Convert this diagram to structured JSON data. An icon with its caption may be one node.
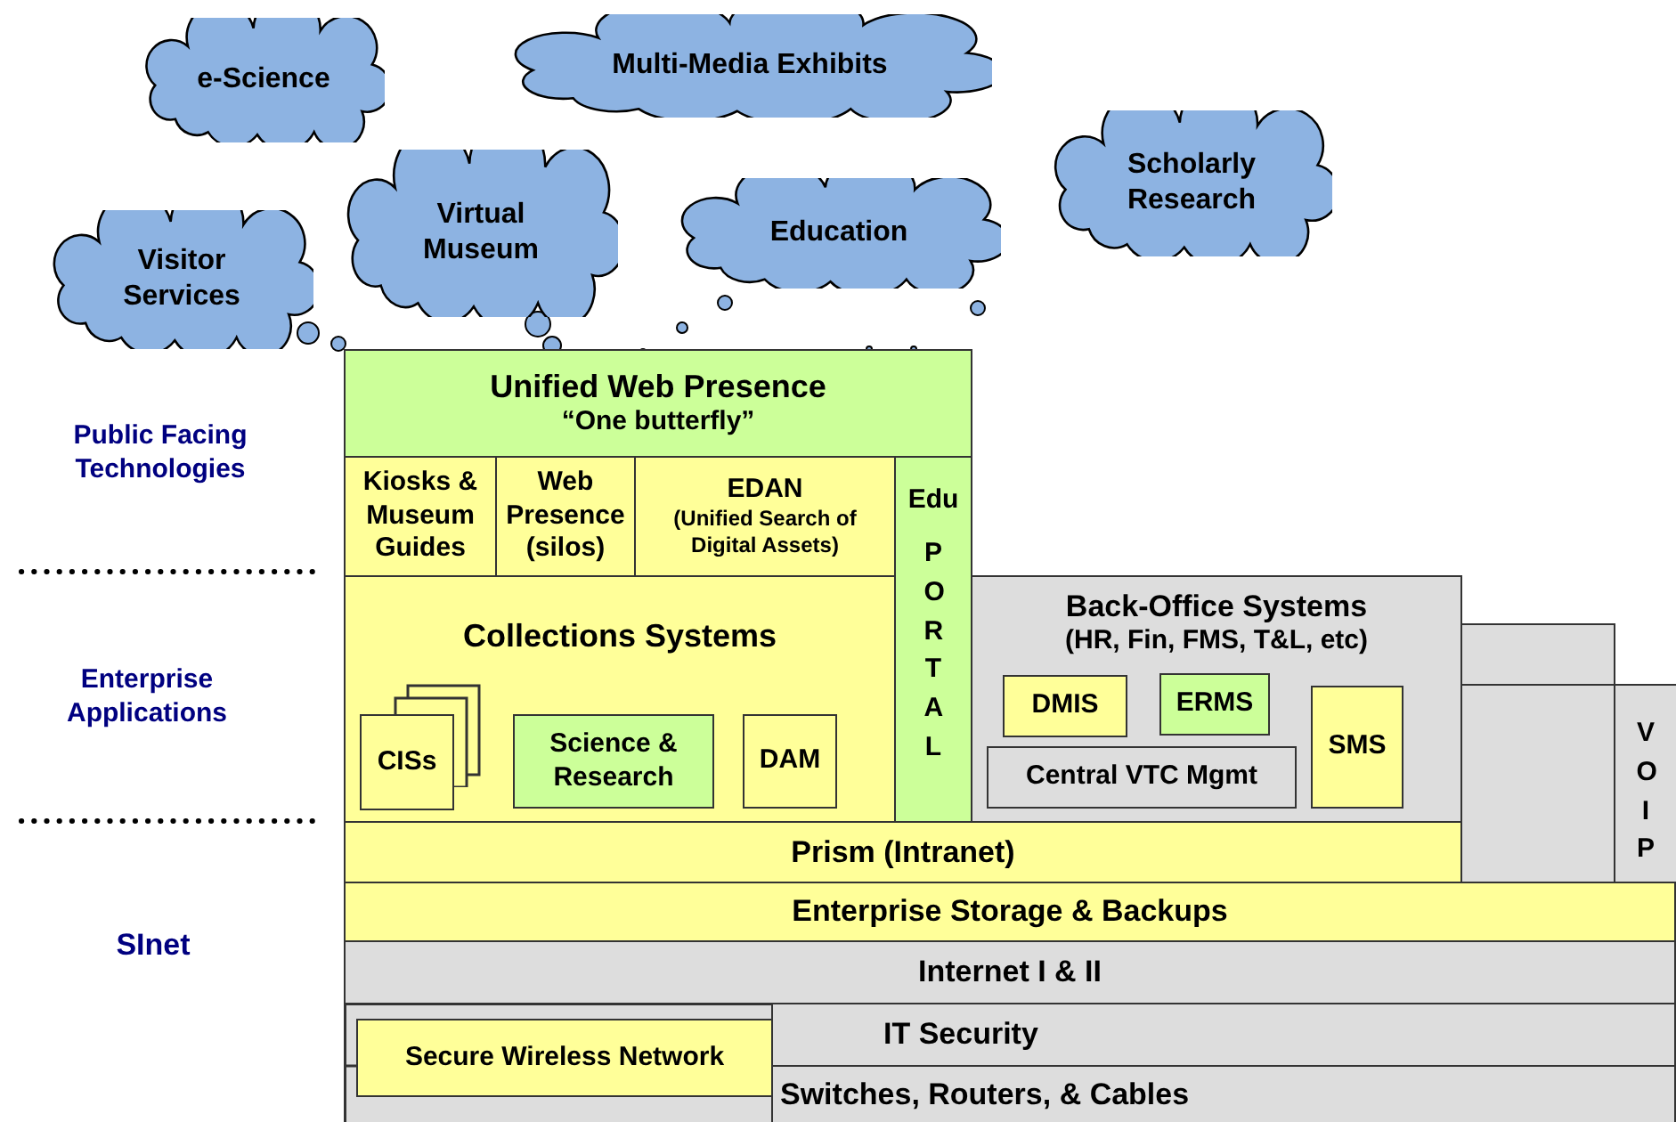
{
  "diagram": {
    "nodes": [
      {
        "text": [
          "e-Science"
        ]
      },
      {
        "text": [
          "Multi-Media Exhibits"
        ]
      },
      {
        "text": [
          "Virtual Museum"
        ]
      },
      {
        "text": [
          "Education"
        ]
      },
      {
        "text": [
          "Scholarly Research"
        ]
      },
      {
        "text": [
          "Visitor Services"
        ]
      },
      {
        "text": [
          "Unified Web Presence",
          "“One butterfly”"
        ]
      },
      {
        "text": [
          "Kiosks & Museum Guides"
        ]
      },
      {
        "text": [
          "Web Presence (silos)"
        ]
      },
      {
        "text": [
          "EDAN",
          "(Unified Search of Digital Assets)"
        ]
      },
      {
        "text": [
          "Edu",
          "PORTAL"
        ]
      },
      {
        "text": [
          "Collections Systems"
        ]
      },
      {
        "text": [
          "CISs"
        ],
        "in": 11
      },
      {
        "text": [
          "Science & Research"
        ],
        "in": 11
      },
      {
        "text": [
          "DAM"
        ],
        "in": 11
      },
      {
        "text": [
          "Back-Office Systems",
          "(HR, Fin, FMS, T&L, etc)"
        ]
      },
      {
        "text": [
          "DMIS"
        ],
        "in": 15
      },
      {
        "text": [
          "ERMS"
        ],
        "in": 15
      },
      {
        "text": [
          "Central  VTC  Mgmt"
        ],
        "in": 15
      },
      {
        "text": [
          "SMS"
        ],
        "in": 15
      },
      {
        "text": [],
        "shape": "box"
      },
      {
        "text": [],
        "shape": "box"
      },
      {
        "text": [
          "VOIP"
        ]
      },
      {
        "text": [
          "Prism (Intranet)"
        ]
      },
      {
        "text": [
          "Enterprise Storage & Backups"
        ]
      },
      {
        "text": [
          "Internet I & II"
        ]
      },
      {
        "text": [
          "IT Security"
        ]
      },
      {
        "text": [
          "Switches, Routers, & Cables"
        ]
      },
      {
        "text": [
          "Secure Wireless Network"
        ]
      }
    ],
    "labels": [
      "Public Facing Technologies",
      "Enterprise Applications",
      "SInet"
    ]
  }
}
